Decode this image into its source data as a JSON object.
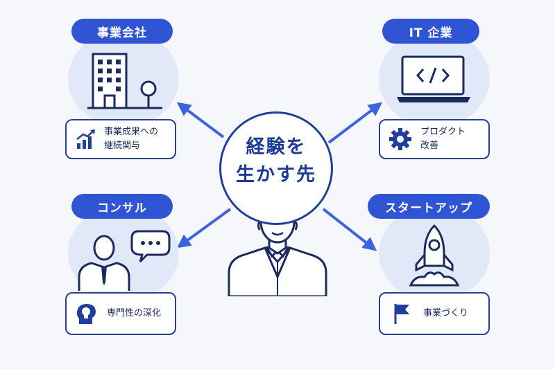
{
  "center": {
    "line1": "経験を",
    "line2": "生かす先"
  },
  "nodes": [
    {
      "title": "事業会社",
      "caption_line1": "事業成果への",
      "caption_line2": "継続関与",
      "icon": "building-icon",
      "caption_icon": "growth-chart-icon"
    },
    {
      "title": "IT 企業",
      "caption_line1": "プロダクト",
      "caption_line2": "改善",
      "icon": "laptop-code-icon",
      "caption_icon": "gear-icon"
    },
    {
      "title": "コンサル",
      "caption_line1": "専門性の深化",
      "caption_line2": "",
      "icon": "consultant-icon",
      "caption_icon": "head-lightbulb-icon"
    },
    {
      "title": "スタートアップ",
      "caption_line1": "事業づくり",
      "caption_line2": "",
      "icon": "rocket-icon",
      "caption_icon": "flag-icon"
    }
  ],
  "colors": {
    "accent": "#2f55d4",
    "navy": "#1f3f9a",
    "halo": "#e1e9f9",
    "background": "#f5f7fb"
  }
}
